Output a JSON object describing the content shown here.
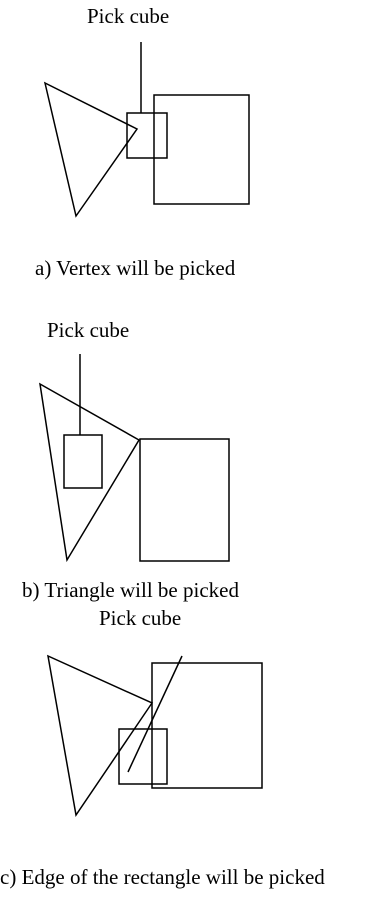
{
  "panels": [
    {
      "id": "a",
      "label": "Pick cube",
      "caption": "a) Vertex will be picked"
    },
    {
      "id": "b",
      "label": "Pick cube",
      "caption": "b) Triangle will be picked"
    },
    {
      "id": "c",
      "label": "Pick cube",
      "caption": "c) Edge of the rectangle will be picked"
    }
  ],
  "colors": {
    "stroke": "#000000",
    "background": "#ffffff"
  }
}
